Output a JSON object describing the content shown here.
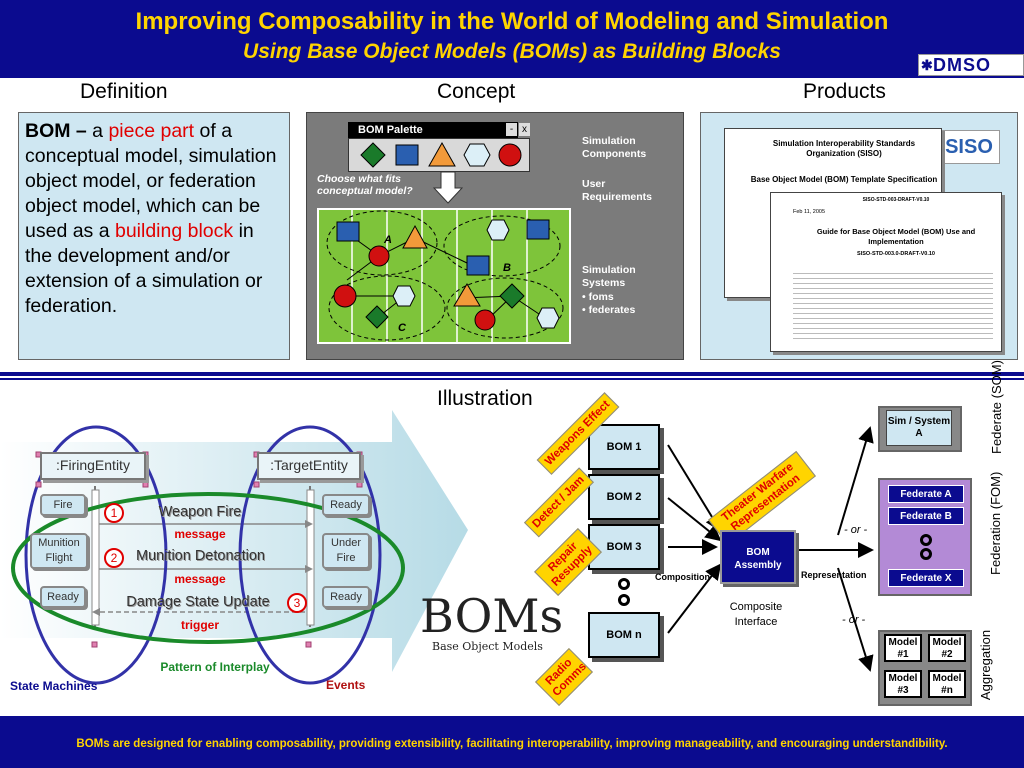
{
  "header": {
    "title": "Improving Composability in the World of Modeling and Simulation",
    "subtitle": "Using Base Object Models (BOMs) as Building Blocks",
    "logo": "DMSO"
  },
  "sections": {
    "definition": "Definition",
    "concept": "Concept",
    "products": "Products",
    "illustration": "Illustration"
  },
  "definition": {
    "term": "BOM –",
    "part1": " a ",
    "red1": "piece part",
    "part2": " of a conceptual model, simulation object model, or federation object model, which can be used as a ",
    "red2": "building block",
    "part3": " in the development and/or extension of a simulation or federation."
  },
  "concept": {
    "palette_title": "BOM Palette",
    "palette_min": "-",
    "palette_close": "x",
    "choose_text": "Choose what fits conceptual model?",
    "sim_components": "Simulation Components",
    "user_requirements": "User Requirements",
    "sim_systems": "Simulation Systems",
    "bullet_foms": "• foms",
    "bullet_federates": "• federates",
    "label_a": "A",
    "label_b": "B",
    "label_c": "C"
  },
  "products": {
    "doc1_title": "Simulation Interoperability Standards Organization (SISO)",
    "doc1_subtitle": "Base Object Model (BOM) Template Specification",
    "doc2_header": "SISO-STD-003-DRAFT-V0.10",
    "doc2_date": "Feb 11, 2005",
    "doc2_title": "Guide for Base Object Model (BOM) Use and Implementation",
    "doc2_id": "SISO-STD-003.0-DRAFT-V0.10",
    "siso_logo": "SISO"
  },
  "illustration": {
    "firing_entity": ":FiringEntity",
    "target_entity": ":TargetEntity",
    "fire": "Fire",
    "munition_flight": "Munition Flight",
    "ready_left": "Ready",
    "ready_right_top": "Ready",
    "under_fire": "Under Fire",
    "ready_right_bottom": "Ready",
    "msg1": "Weapon Fire",
    "msg1_sub": "message",
    "msg2": "Munition Detonation",
    "msg2_sub": "message",
    "msg3": "Damage State Update",
    "msg3_sub": "trigger",
    "n1": "1",
    "n2": "2",
    "n3": "3",
    "pattern": "Pattern of Interplay",
    "state_machines": "State Machines",
    "events": "Events",
    "boms_big": "BOMs",
    "boms_small": "Base Object Models"
  },
  "flow": {
    "weapons_effect": "Weapons Effect",
    "detect_jam": "Detect / Jam",
    "repair_resupply": "Repair Resupply",
    "radio_comms": "Radio Comms",
    "bom1": "BOM 1",
    "bom2": "BOM 2",
    "bom3": "BOM 3",
    "bomn": "BOM n",
    "theater": "Theater Warfare Representation",
    "bom_assembly": "BOM Assembly",
    "composition": "Composition",
    "representation": "Representation",
    "composite_interface": "Composite Interface",
    "or1": "- or -",
    "or2": "- or -",
    "sim_system_a": "Sim / System A",
    "federate_a": "Federate A",
    "federate_b": "Federate B",
    "federate_x": "Federate X",
    "model1": "Model #1",
    "model2": "Model #2",
    "model3": "Model #3",
    "modeln": "Model #n",
    "federate_som": "Federate (SOM)",
    "federation_fom": "Federation (FOM)",
    "aggregation": "Aggregation"
  },
  "footer": {
    "text": "BOMs are designed for enabling composability, providing extensibility, facilitating interoperability, improving manageability, and encouraging understandibility."
  },
  "colors": {
    "navy": "#0b0b8f",
    "yellow": "#ffd400",
    "lightblue": "#cfe7f2",
    "red": "#e00000",
    "green": "#2a9a2a"
  }
}
